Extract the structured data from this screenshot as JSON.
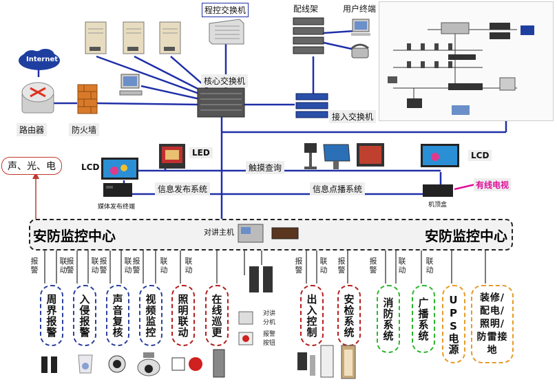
{
  "labels": {
    "pbx": "程控交换机",
    "distribution_frame": "配线架",
    "user_terminal": "用户终端",
    "internet": "Internet",
    "core_switch": "核心交换机",
    "access_switch": "接入交换机",
    "router": "路由器",
    "firewall": "防火墙",
    "sound_light_electric": "声、光、电",
    "lcd_left": "LCD",
    "led": "LED",
    "touch_query": "触摸查询",
    "lcd_right": "LCD",
    "cable_tv": "有线电视",
    "media_terminal": "媒体发布终端",
    "info_publish": "信息发布系统",
    "info_vod": "信息点播系统",
    "set_top_box": "机顶盒",
    "intercom_host": "对讲主机",
    "intercom_extension": "对讲\n分机",
    "alarm_button": "报警\n按钮"
  },
  "center": {
    "title_left": "安防监控中心",
    "title_right": "安防监控中心"
  },
  "vlabels": {
    "alarm": "报\n警",
    "linkage": "联\n动"
  },
  "subsystems": [
    {
      "name": "周界报警",
      "color": "blue"
    },
    {
      "name": "入侵报警",
      "color": "blue"
    },
    {
      "name": "声音复核",
      "color": "blue"
    },
    {
      "name": "视频监控",
      "color": "blue"
    },
    {
      "name": "照明联动",
      "color": "red"
    },
    {
      "name": "在线巡更",
      "color": "red"
    },
    {
      "name": "出入控制",
      "color": "red"
    },
    {
      "name": "安检系统",
      "color": "red"
    },
    {
      "name": "消防系统",
      "color": "green"
    },
    {
      "name": "广播系统",
      "color": "green"
    },
    {
      "name": "UPS电源",
      "color": "orange"
    },
    {
      "name": "装修/配电/照明/防雷接地",
      "color": "orange"
    }
  ],
  "colors": {
    "backbone": "#1f2fa8",
    "link_red": "#c0392b",
    "cable_tv_text": "#e0109a"
  }
}
